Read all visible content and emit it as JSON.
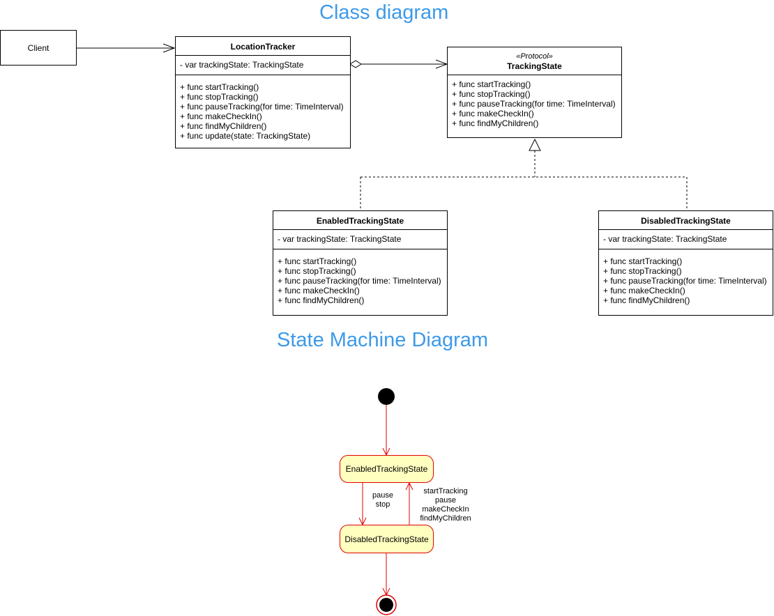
{
  "titles": {
    "class_diagram": "Class diagram",
    "state_machine": "State Machine Diagram"
  },
  "client": {
    "label": "Client"
  },
  "location_tracker": {
    "name": "LocationTracker",
    "attributes": [
      "- var trackingState: TrackingState"
    ],
    "methods": [
      "+ func startTracking()",
      "+ func stopTracking()",
      "+ func pauseTracking(for time: TimeInterval)",
      "+ func makeCheckIn()",
      "+ func findMyChildren()",
      "+ func update(state: TrackingState)"
    ]
  },
  "tracking_state": {
    "stereotype": "«Protocol»",
    "name": "TrackingState",
    "methods": [
      "+ func startTracking()",
      "+ func stopTracking()",
      "+ func pauseTracking(for time: TimeInterval)",
      "+ func makeCheckIn()",
      "+ func findMyChildren()"
    ]
  },
  "enabled_state": {
    "name": "EnabledTrackingState",
    "attributes": [
      "- var trackingState: TrackingState"
    ],
    "methods": [
      "+ func startTracking()",
      "+ func stopTracking()",
      "+ func pauseTracking(for time: TimeInterval)",
      "+ func makeCheckIn()",
      "+ func findMyChildren()"
    ]
  },
  "disabled_state": {
    "name": "DisabledTrackingState",
    "attributes": [
      "- var trackingState: TrackingState"
    ],
    "methods": [
      "+ func startTracking()",
      "+ func stopTracking()",
      "+ func pauseTracking(for time: TimeInterval)",
      "+ func makeCheckIn()",
      "+ func findMyChildren()"
    ]
  },
  "state_machine": {
    "enabled_label": "EnabledTrackingState",
    "disabled_label": "DisabledTrackingState",
    "transition_down": [
      "pause",
      "stop"
    ],
    "transition_up": [
      "startTracking",
      "pause",
      "makeCheckIn",
      "findMyChildren"
    ],
    "colors": {
      "state_fill": "#ffffc0",
      "state_border": "#e00000",
      "title": "#3d9ae8"
    }
  }
}
